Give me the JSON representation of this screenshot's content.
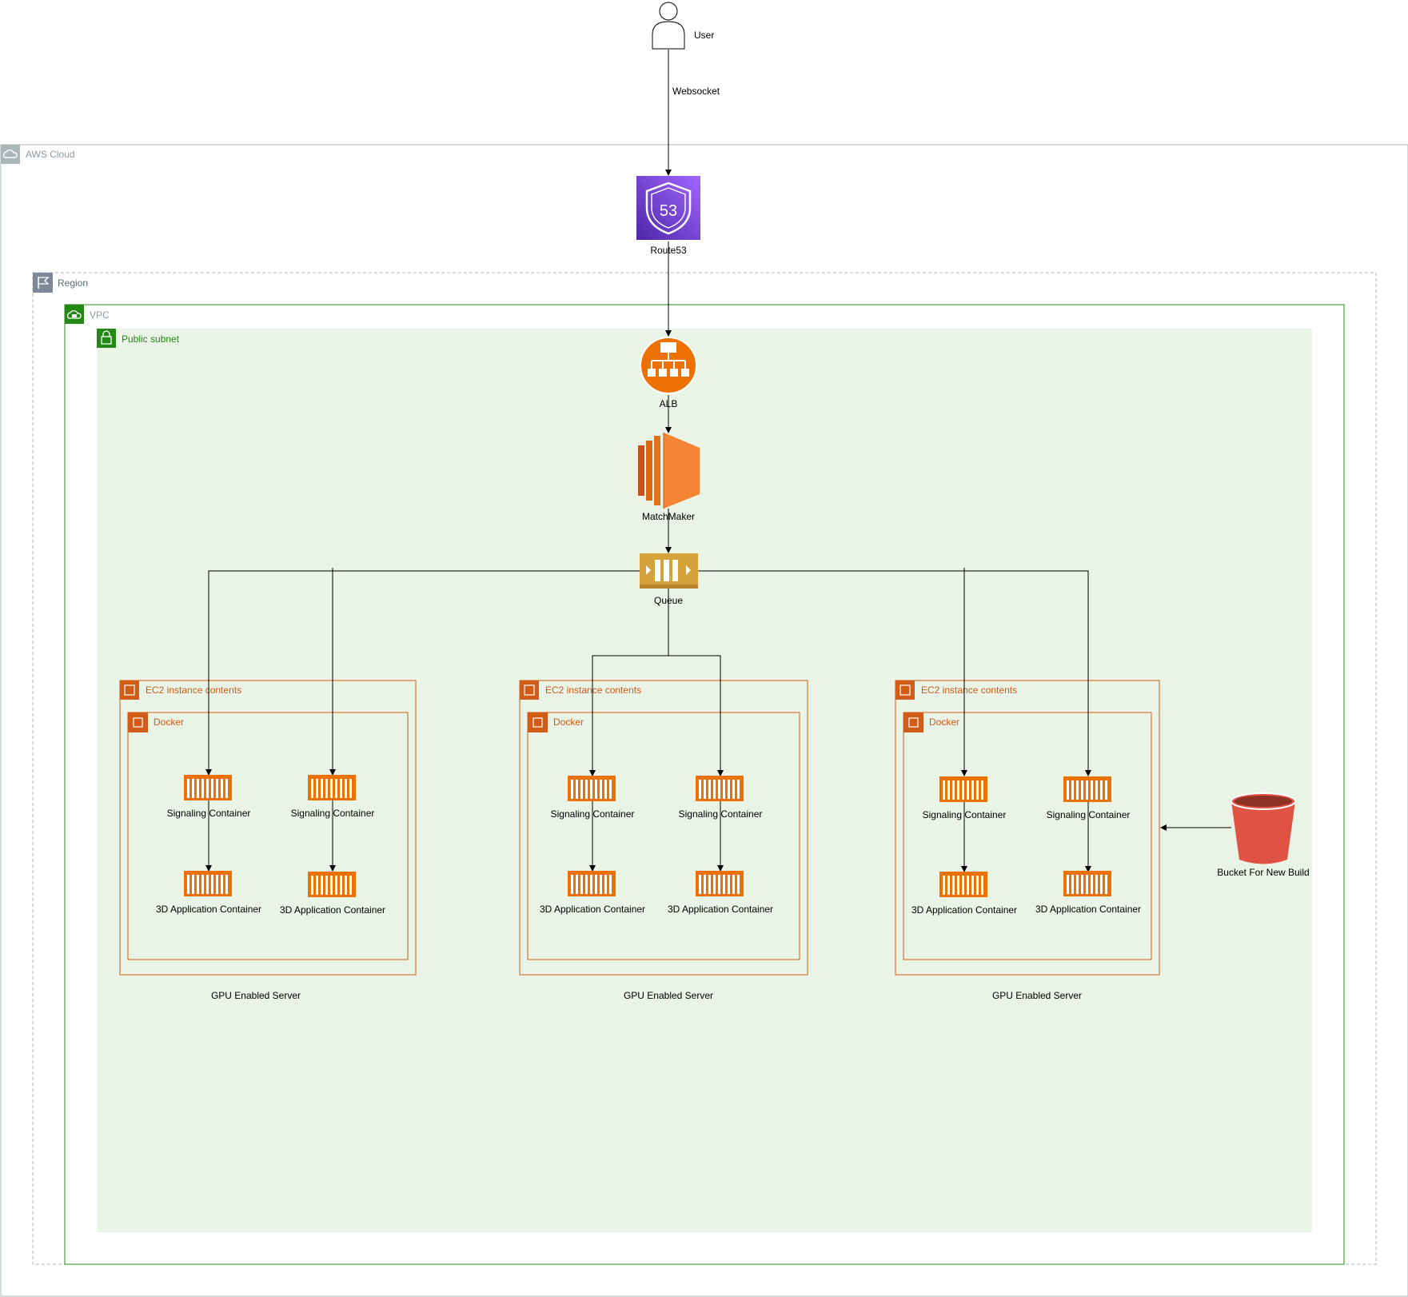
{
  "groups": {
    "aws_cloud": "AWS Cloud",
    "region": "Region",
    "vpc": "VPC",
    "public_subnet": "Public subnet"
  },
  "nodes": {
    "user": "User",
    "websocket": "Websocket",
    "route53": "Route53",
    "route53_badge": "53",
    "alb": "ALB",
    "matchmaker": "MatchMaker",
    "queue": "Queue",
    "bucket": "Bucket For New Build"
  },
  "servers": [
    {
      "ec2_label": "EC2 instance contents",
      "docker_label": "Docker",
      "caption": "GPU Enabled Server",
      "containers": [
        {
          "signaling": "Signaling Container",
          "app": "3D Application Container"
        },
        {
          "signaling": "Signaling Container",
          "app": "3D Application Container"
        }
      ]
    },
    {
      "ec2_label": "EC2 instance contents",
      "docker_label": "Docker",
      "caption": "GPU Enabled Server",
      "containers": [
        {
          "signaling": "Signaling Container",
          "app": "3D Application Container"
        },
        {
          "signaling": "Signaling Container",
          "app": "3D Application Container"
        }
      ]
    },
    {
      "ec2_label": "EC2 instance contents",
      "docker_label": "Docker",
      "caption": "GPU Enabled Server",
      "containers": [
        {
          "signaling": "Signaling Container",
          "app": "3D Application Container"
        },
        {
          "signaling": "Signaling Container",
          "app": "3D Application Container"
        }
      ]
    }
  ],
  "colors": {
    "aws_border": "#aab7b8",
    "vpc_green": "#248814",
    "subnet_fill": "#e9f3e6",
    "ec2_orange": "#d05c17",
    "container_orange": "#ed7100",
    "route53_purple": "#8c4fff",
    "alb_orange": "#ed7100",
    "queue_gold": "#d6a33b",
    "bucket_red": "#e05243"
  }
}
